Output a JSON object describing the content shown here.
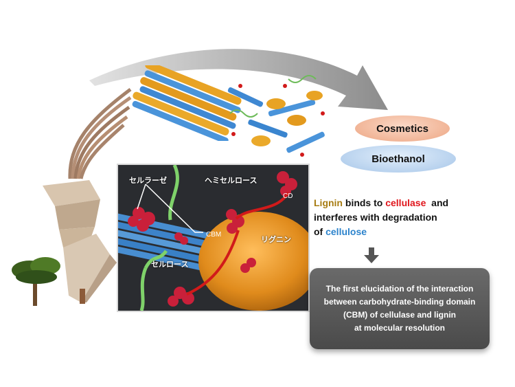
{
  "products": {
    "cosmetics": "Cosmetics",
    "bioethanol": "Bioethanol"
  },
  "caption": {
    "lignin": "Lignin",
    "binds_to": " binds to ",
    "cellulase": "cellulase",
    "and": "  and",
    "line2": "interferes with degradation",
    "of": "of ",
    "cellulose": "cellulose"
  },
  "result": {
    "line1": "The first elucidation of the interaction",
    "line2": "between carbohydrate-binding domain",
    "line3": "(CBM) of cellulase and lignin",
    "line4": "at molecular resolution"
  },
  "inset_labels": {
    "cellulase_jp": "セルラーゼ",
    "hemicellulose_jp": "ヘミセルロース",
    "cd": "CD",
    "cbm": "CBM",
    "lignin_jp": "リグニン",
    "cellulose_jp": "セルロース"
  },
  "colors": {
    "lignin": "#a77c12",
    "cellulase": "#e0161c",
    "cellulose": "#2c83cc",
    "result_box": "#555555"
  }
}
